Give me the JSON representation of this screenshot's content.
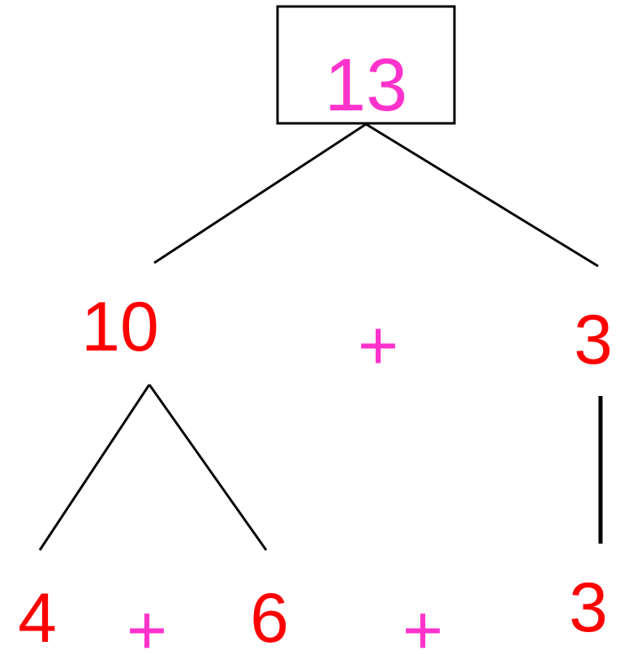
{
  "colors": {
    "number": "#ff0000",
    "total": "#ff33cc",
    "operator": "#ff33cc",
    "line": "#000000",
    "box_border": "#000000"
  },
  "tree": {
    "root": {
      "value": "13"
    },
    "level1": {
      "left": "10",
      "operator": "+",
      "right": "3"
    },
    "level2": {
      "a": "4",
      "op1": "+",
      "b": "6",
      "op2": "+",
      "c": "3"
    }
  }
}
